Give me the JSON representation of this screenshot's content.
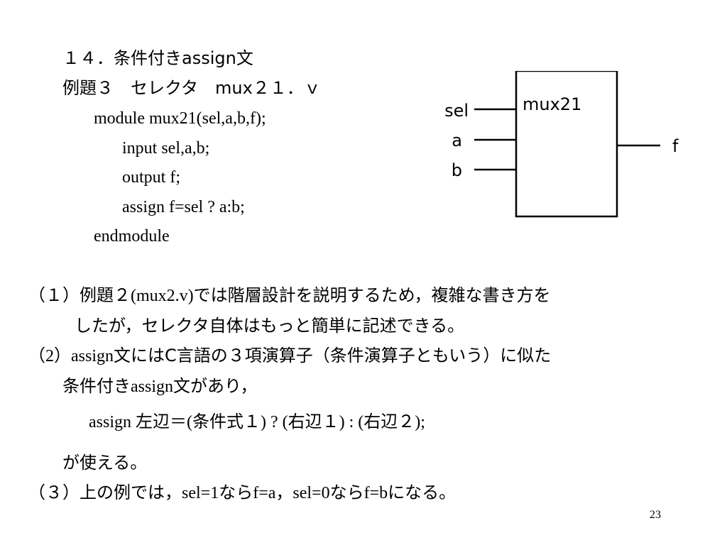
{
  "heading": {
    "line1": "１４．条件付きassign文",
    "line2": "例題３　セレクタ　mux２１．ｖ"
  },
  "code": [
    "module mux21(sel,a,b,f);",
    "input sel,a,b;",
    "output f;",
    "assign f=sel ? a:b;",
    "endmodule"
  ],
  "diagram": {
    "block_label": "mux21",
    "inputs": [
      "sel",
      "a",
      "b"
    ],
    "output": "f"
  },
  "para1": {
    "a1": "（１）例題２",
    "a2": "(mux2.v)",
    "a3": "では階層設計を説明するため，複雑な書き方を",
    "b": "したが，セレクタ自体はもっと簡単に記述できる。"
  },
  "para2": {
    "a1": "（",
    "a2": "2）assign",
    "a3": "文にはC言語の３項演算子（条件演算子ともいう）に似た",
    "b1": "条件付き",
    "b2": "assign",
    "b3": "文があり，",
    "c1": "assign ",
    "c2": "左辺＝",
    "c3": "(",
    "c4": "条件式１",
    "c5": ") ? (",
    "c6": "右辺１",
    "c7": ") : (",
    "c8": "右辺２",
    "c9": ");",
    "d": "が使える。"
  },
  "para3": {
    "s1": "（３）上の例では，",
    "s2": "sel=1",
    "s3": "なら",
    "s4": "f=a",
    "s5": "，",
    "s6": "sel=0",
    "s7": "なら",
    "s8": "f=b",
    "s9": "になる。"
  },
  "page_number": "23"
}
